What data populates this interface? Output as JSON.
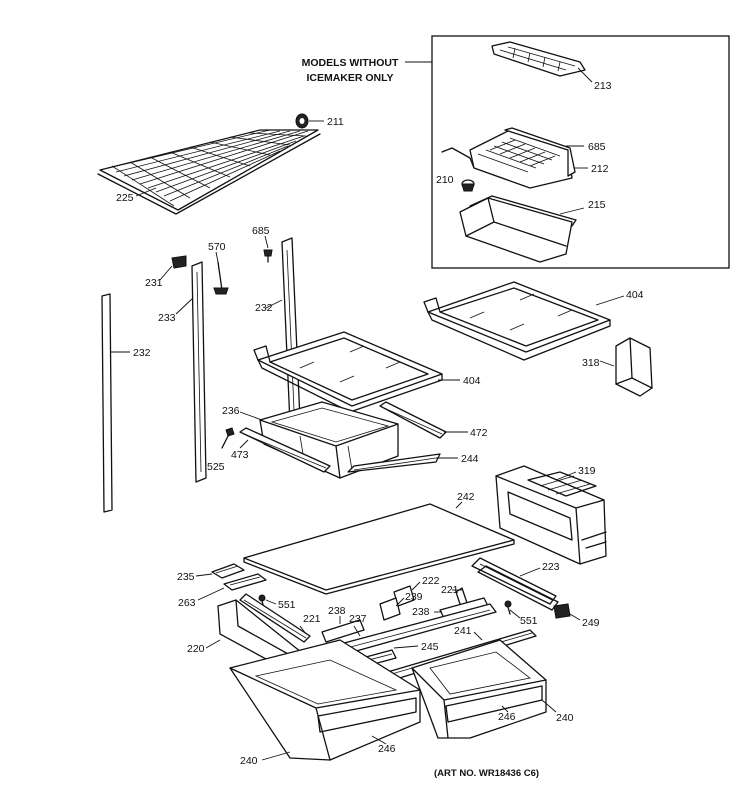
{
  "inset_note": [
    "MODELS WITHOUT",
    "ICEMAKER ONLY"
  ],
  "footer_note": "(ART NO. WR18436 C6)",
  "labels": {
    "p213": "213",
    "p685a": "685",
    "p212": "212",
    "p210": "210",
    "p215": "215",
    "p211": "211",
    "p225": "225",
    "p685b": "685",
    "p570": "570",
    "p231": "231",
    "p232a": "232",
    "p233": "233",
    "p232b": "232",
    "p404a": "404",
    "p318": "318",
    "p404b": "404",
    "p236": "236",
    "p472": "472",
    "p525": "525",
    "p473": "473",
    "p244": "244",
    "p319": "319",
    "p242": "242",
    "p235": "235",
    "p223": "223",
    "p222": "222",
    "p221a": "221",
    "p263": "263",
    "p239": "239",
    "p238a": "238",
    "p551a": "551",
    "p238b": "238",
    "p249": "249",
    "p221b": "221",
    "p237": "237",
    "p551b": "551",
    "p241": "241",
    "p220": "220",
    "p245": "245",
    "p246a": "246",
    "p240a": "240",
    "p246b": "246",
    "p240b": "240"
  }
}
